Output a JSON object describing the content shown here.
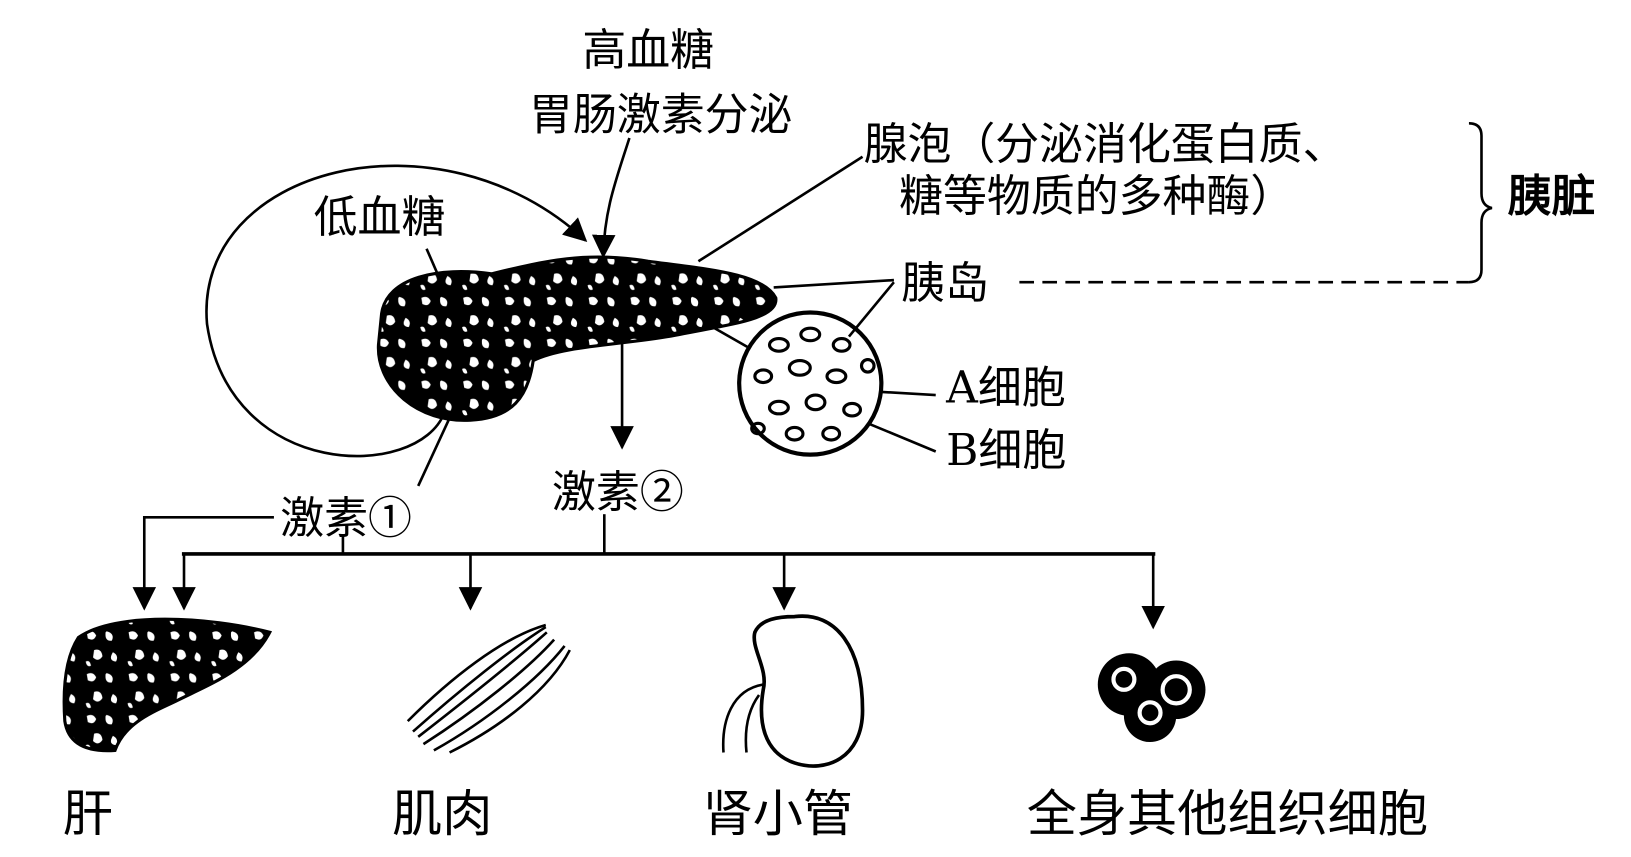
{
  "labels": {
    "high_glucose": "高血糖",
    "gut_hormone": "胃肠激素分泌",
    "acinus_line1": "腺泡（分泌消化蛋白质、",
    "acinus_line2": "糖等物质的多种酶）",
    "pancreas": "胰脏",
    "low_glucose": "低血糖",
    "islet": "胰岛",
    "a_cell": "A细胞",
    "b_cell": "B细胞",
    "hormone1": "激素①",
    "hormone2": "激素②"
  },
  "targets": [
    "肝",
    "肌肉",
    "肾小管",
    "全身其他组织细胞"
  ]
}
